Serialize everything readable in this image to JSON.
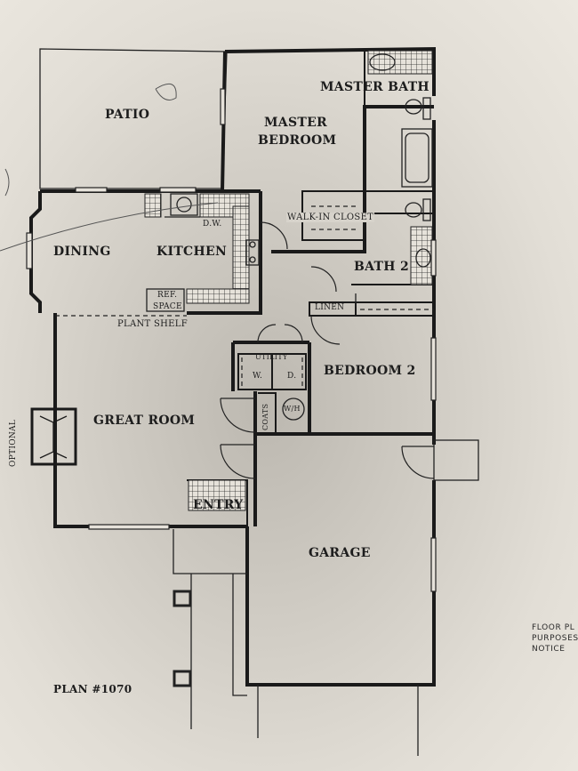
{
  "rooms": {
    "patio": "PATIO",
    "master_bedroom_line1": "MASTER",
    "master_bedroom_line2": "BEDROOM",
    "master_bath": "MASTER BATH",
    "walk_in_closet": "WALK-IN CLOSET",
    "dining": "DINING",
    "kitchen": "KITCHEN",
    "dishwasher": "D.W.",
    "bath_2": "BATH 2",
    "ref_space_line1": "REF.",
    "ref_space_line2": "SPACE",
    "linen": "LINEN",
    "plant_shelf": "PLANT SHELF",
    "utility": "UTILITY",
    "washer": "W.",
    "dryer": "D.",
    "bedroom_2": "BEDROOM 2",
    "coats": "COATS",
    "water_heater": "W/H",
    "great_room": "GREAT ROOM",
    "optional": "OPTIONAL",
    "entry": "ENTRY",
    "garage": "GARAGE"
  },
  "plan_label": "PLAN #1070",
  "margin_note": [
    "FLOOR PL",
    "PURPOSES",
    "NOTICE"
  ]
}
